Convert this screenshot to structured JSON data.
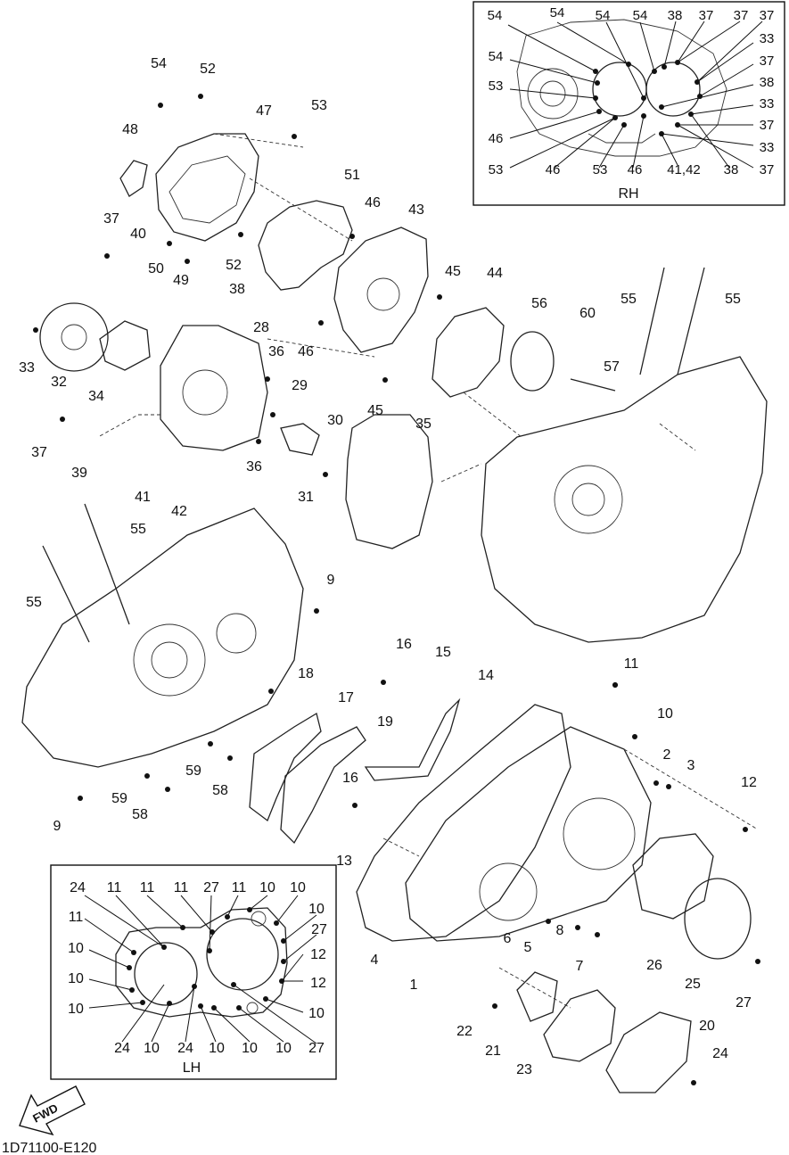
{
  "diagram_code": "1D71100-E120",
  "inset_rh": {
    "title": "RH",
    "labels": [
      "54",
      "54",
      "54",
      "54",
      "38",
      "37",
      "37",
      "37",
      "33",
      "37",
      "38",
      "33",
      "37",
      "33",
      "37",
      "54",
      "53",
      "46",
      "53",
      "46",
      "53",
      "46",
      "41,42",
      "38"
    ]
  },
  "inset_lh": {
    "title": "LH",
    "labels": [
      "24",
      "11",
      "11",
      "11",
      "27",
      "11",
      "10",
      "10",
      "11",
      "10",
      "27",
      "10",
      "12",
      "10",
      "12",
      "10",
      "10",
      "24",
      "10",
      "24",
      "10",
      "10",
      "10",
      "27"
    ]
  },
  "fwd_label": "FWD",
  "callouts": [
    "54",
    "52",
    "47",
    "53",
    "48",
    "51",
    "46",
    "43",
    "37",
    "40",
    "50",
    "52",
    "49",
    "45",
    "44",
    "38",
    "28",
    "56",
    "60",
    "55",
    "55",
    "33",
    "32",
    "34",
    "36",
    "46",
    "57",
    "29",
    "45",
    "37",
    "39",
    "30",
    "35",
    "36",
    "41",
    "42",
    "31",
    "55",
    "9",
    "55",
    "16",
    "15",
    "14",
    "11",
    "18",
    "17",
    "19",
    "10",
    "2",
    "3",
    "16",
    "12",
    "59",
    "58",
    "59",
    "58",
    "9",
    "13",
    "4",
    "1",
    "6",
    "5",
    "8",
    "7",
    "26",
    "25",
    "27",
    "22",
    "21",
    "23",
    "20",
    "24"
  ]
}
